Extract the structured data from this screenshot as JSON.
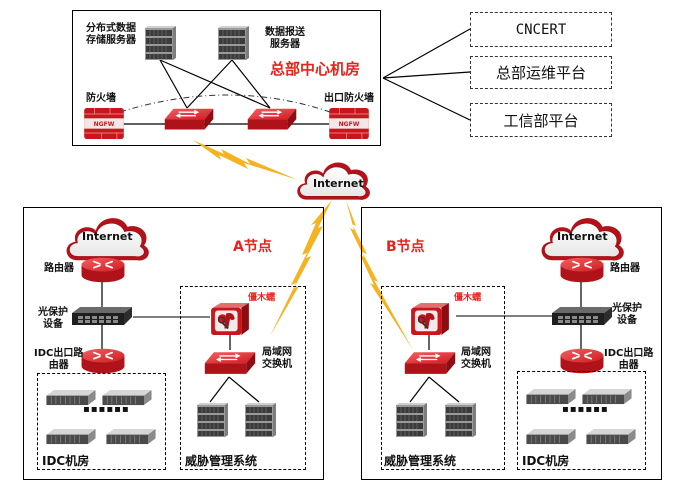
{
  "hq": {
    "title": "总部中心机房",
    "storage_server_label": [
      "分布式数据",
      "存储服务器"
    ],
    "report_server_label": [
      "数据报送",
      "服务器"
    ],
    "firewall_label": "防火墙",
    "exit_firewall_label": "出口防火墙",
    "firewall_badge": "NGFW"
  },
  "platforms": [
    {
      "label": "CNCERT"
    },
    {
      "label": "总部运维平台"
    },
    {
      "label": "工信部平台"
    }
  ],
  "internet": {
    "label": "Internet"
  },
  "node_a": {
    "title": "A节点",
    "cloud_label": "Internet",
    "router_label": "路由器",
    "optical_label": [
      "光保护",
      "设备"
    ],
    "idc_router_label": [
      "IDC出口路",
      "由器"
    ],
    "honeypot_label": "僵木蠕",
    "lan_switch_label": [
      "局域网",
      "交换机"
    ],
    "idc_room_label": "IDC机房",
    "threat_system_label": "威胁管理系统",
    "ellipsis": "▪▪▪▪▪▪"
  },
  "node_b": {
    "title": "B节点",
    "cloud_label": "Internet",
    "router_label": "路由器",
    "optical_label": [
      "光保护",
      "设备"
    ],
    "idc_router_label": [
      "IDC出口路",
      "由器"
    ],
    "honeypot_label": "僵木蠕",
    "lan_switch_label": [
      "局域网",
      "交换机"
    ],
    "idc_room_label": "IDC机房",
    "threat_system_label": "威胁管理系统",
    "ellipsis": "▪▪▪▪▪▪"
  },
  "colors": {
    "accent_red": "#e8231a",
    "device_red": "#c8161d",
    "lightning": "#f5b322"
  }
}
